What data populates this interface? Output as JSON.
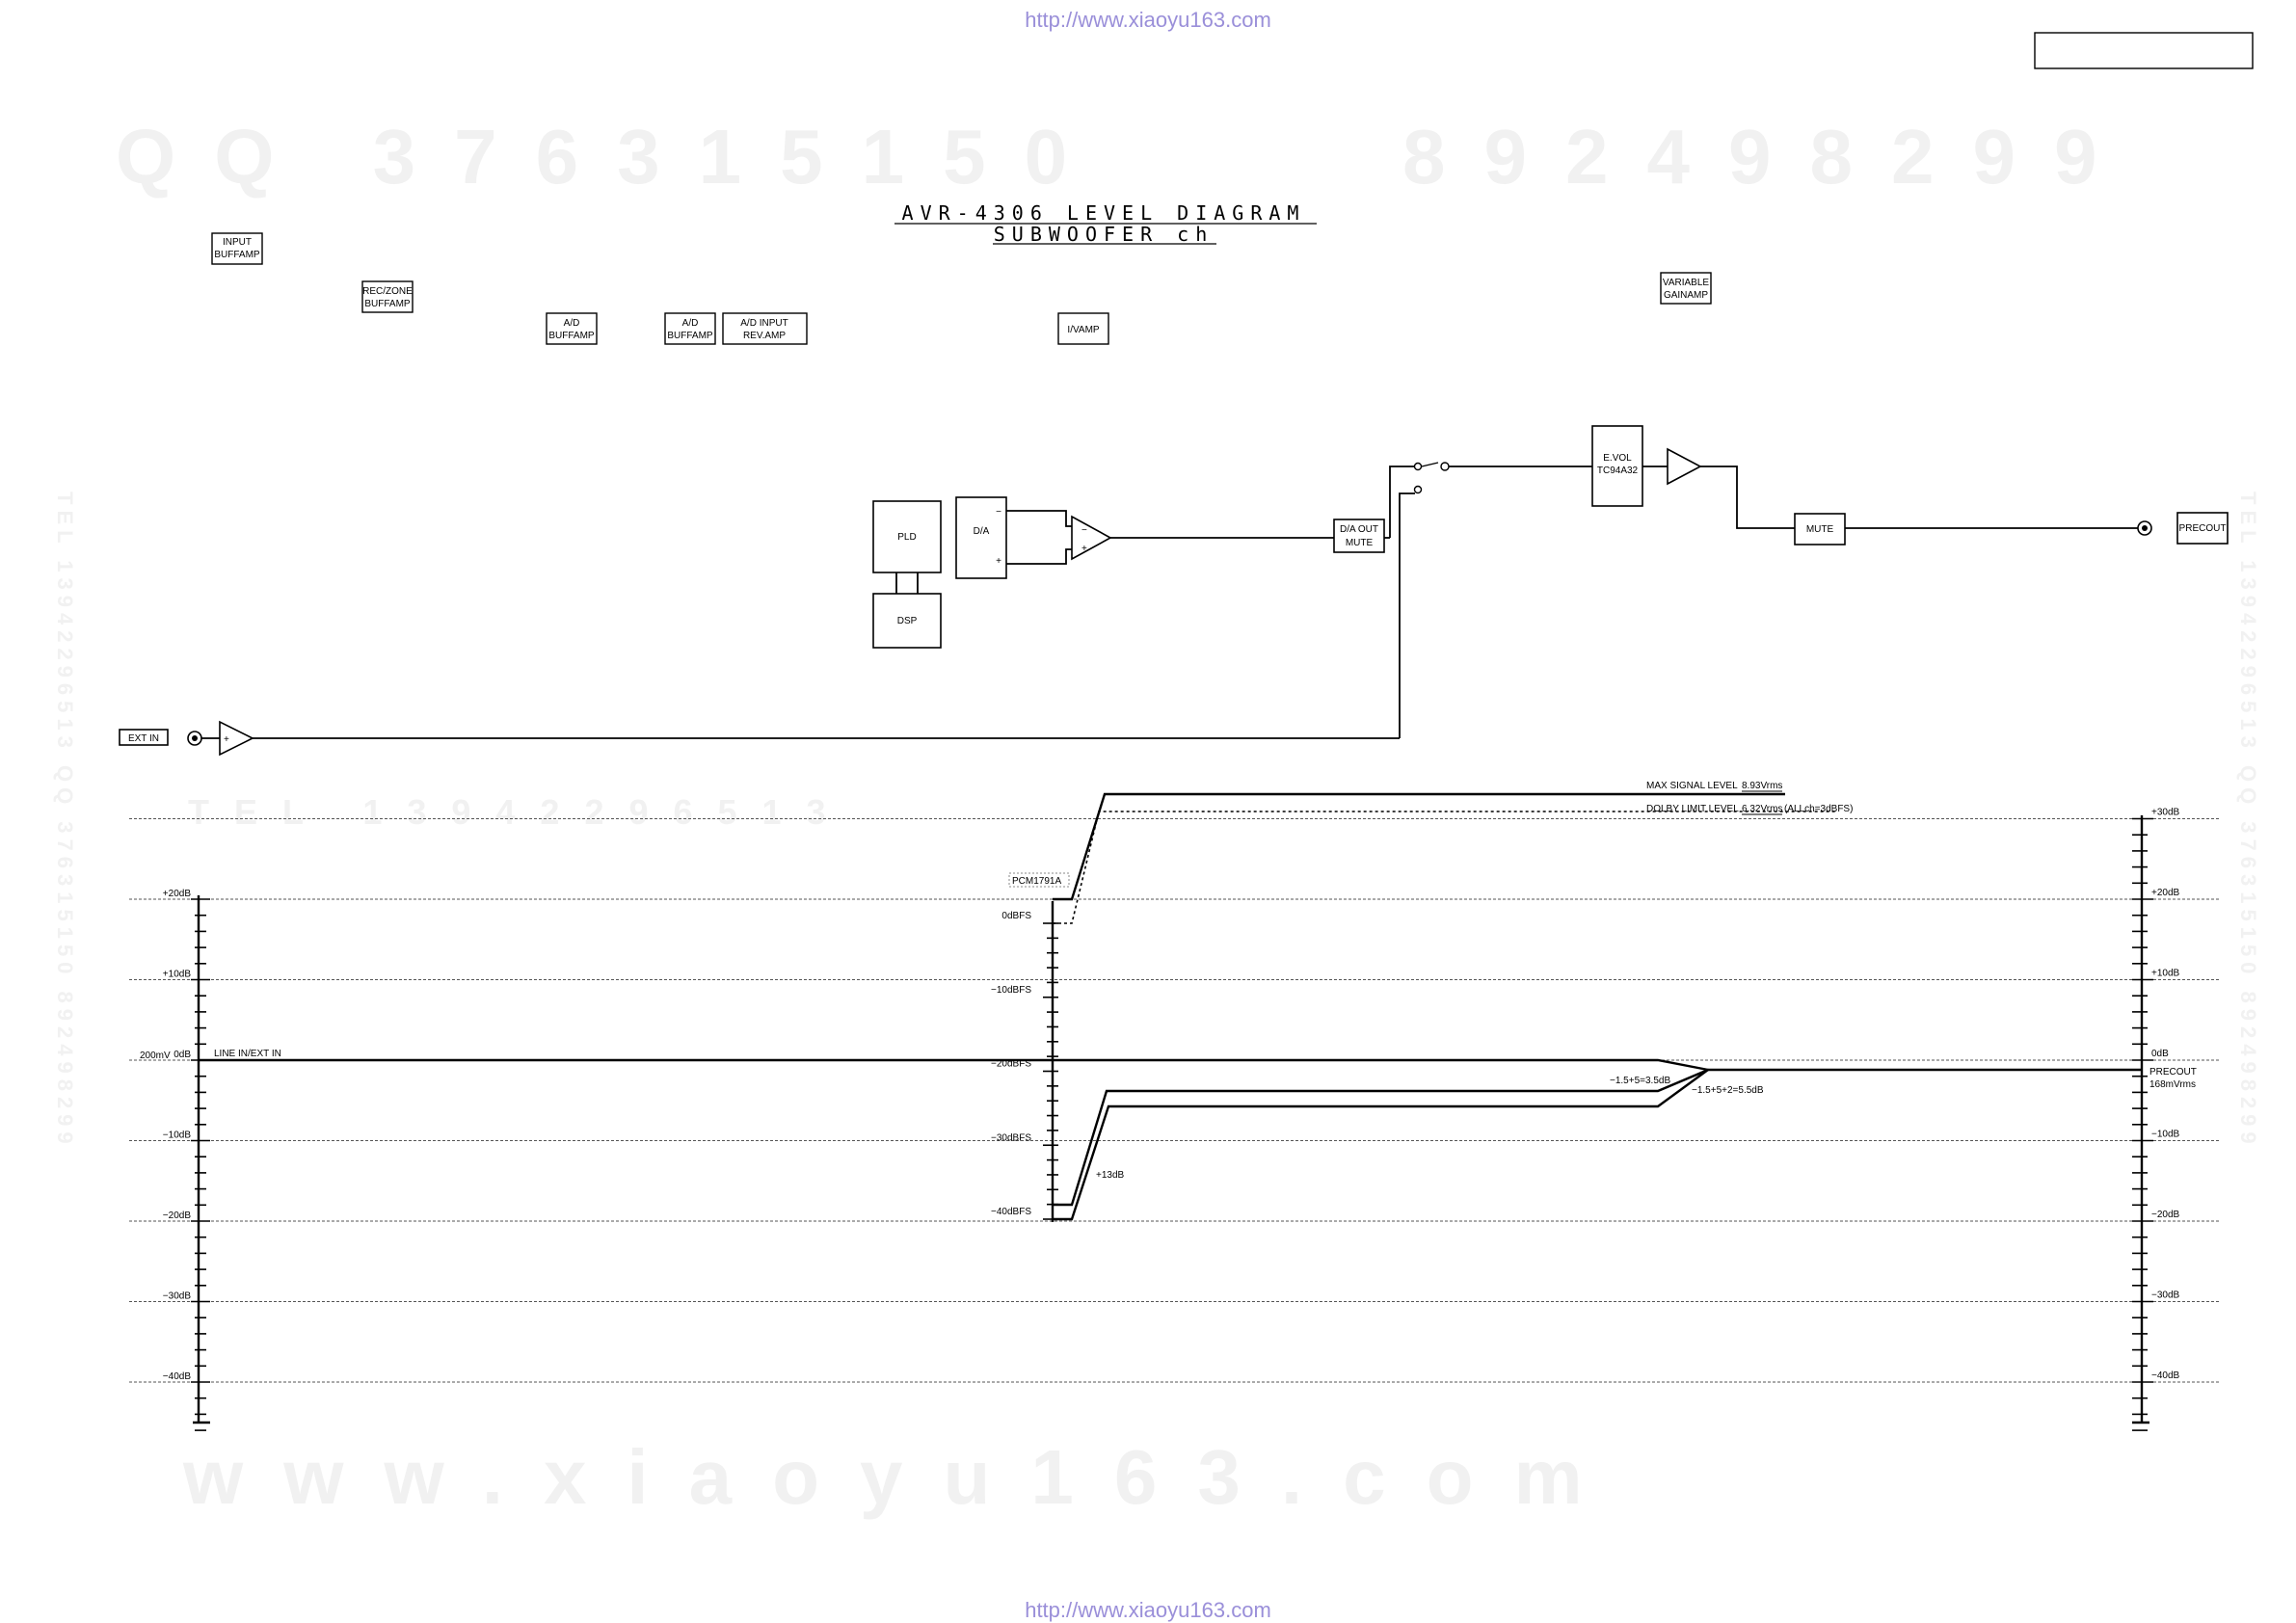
{
  "page": {
    "url_top": "http://www.xiaoyu163.com",
    "url_bottom": "http://www.xiaoyu163.com",
    "title_line1": "AVR-4306 LEVEL DIAGRAM",
    "title_line2": "SUBWOOFER ch"
  },
  "watermarks": {
    "qq": "QQ 376315150",
    "phone": "892498299",
    "tel": "TEL 13942296513",
    "web": "www.xiaoyu163.com",
    "side_left": "TEL 13942296513 QQ 376315150 892498299",
    "side_right": "TEL 13942296513 QQ 376315150 892498299"
  },
  "labels": {
    "input_buffamp": [
      "INPUT",
      "BUFFAMP"
    ],
    "rec_zone_buffamp": [
      "REC/ZONE",
      "BUFFAMP"
    ],
    "ad_buffamp_1": [
      "A/D",
      "BUFFAMP"
    ],
    "ad_buffamp_2": [
      "A/D",
      "BUFFAMP"
    ],
    "ad_input_revamp": [
      "A/D INPUT",
      "REV.AMP"
    ],
    "ivamp": "I/VAMP",
    "variable_gainamp": [
      "VARIABLE",
      "GAINAMP"
    ]
  },
  "blocks": {
    "pld": "PLD",
    "dsp": "DSP",
    "da": "D/A",
    "da_minus": "−",
    "da_plus": "+",
    "opamp_minus": "−",
    "opamp_plus": "+",
    "da_out_mute": [
      "D/A OUT",
      "MUTE"
    ],
    "evol": [
      "E.VOL",
      "TC94A32"
    ],
    "mute": "MUTE",
    "precout": "PRECOUT",
    "ext_in": "EXT IN",
    "ext_plus": "+"
  },
  "level": {
    "left_scale": [
      "+20dB",
      "+10dB",
      "0dB",
      "−10dB",
      "−20dB",
      "−30dB",
      "−40dB"
    ],
    "left_ref": "200mV",
    "line_in_label": "LINE IN/EXT IN",
    "mid_scale": [
      "0dBFS",
      "−10dBFS",
      "−20dBFS",
      "−30dBFS",
      "−40dBFS"
    ],
    "pcm_label": "PCM1791A",
    "right_scale": [
      "+30dB",
      "+20dB",
      "+10dB",
      "0dB",
      "−10dB",
      "−20dB",
      "−30dB",
      "−40dB"
    ],
    "max_signal_text": "MAX SIGNAL LEVEL",
    "max_signal_value": "8.93Vrms",
    "dolby_text": "DOLBY LIMIT LEVEL",
    "dolby_value": "6.32Vrms",
    "dolby_note": "(ALLch=3dBFS)",
    "gain_13": "+13dB",
    "gain_a": "−1.5+5=3.5dB",
    "gain_b": "−1.5+5+2=5.5dB",
    "precout_label": "PRECOUT",
    "precout_value": "168mVrms"
  }
}
